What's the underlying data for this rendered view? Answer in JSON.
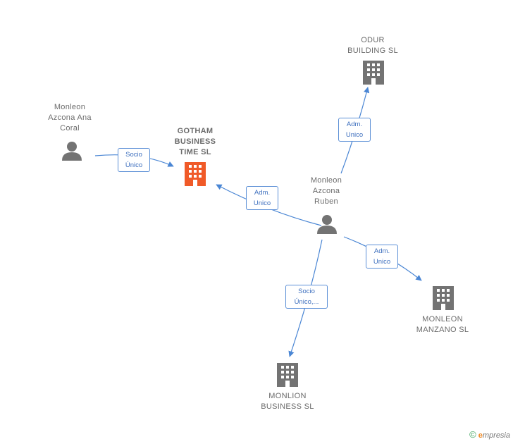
{
  "nodes": {
    "gotham": {
      "lines": [
        "GOTHAM",
        "BUSINESS",
        "TIME  SL"
      ],
      "type": "company",
      "highlight": true
    },
    "odur": {
      "lines": [
        "ODUR",
        "BUILDING SL"
      ],
      "type": "company"
    },
    "monleon_manzano": {
      "lines": [
        "MONLEON",
        "MANZANO  SL"
      ],
      "type": "company"
    },
    "monlion_business": {
      "lines": [
        "MONLION",
        "BUSINESS SL"
      ],
      "type": "company"
    },
    "ana_coral": {
      "lines": [
        "Monleon",
        "Azcona Ana",
        "Coral"
      ],
      "type": "person"
    },
    "ruben": {
      "lines": [
        "Monleon",
        "Azcona",
        "Ruben"
      ],
      "type": "person"
    }
  },
  "edges": {
    "ana_gotham": {
      "lines": [
        "Socio",
        "Único"
      ]
    },
    "ruben_gotham": {
      "lines": [
        "Adm.",
        "Unico"
      ]
    },
    "ruben_odur": {
      "lines": [
        "Adm.",
        "Unico"
      ]
    },
    "ruben_manzano": {
      "lines": [
        "Adm.",
        "Unico"
      ]
    },
    "ruben_monlion": {
      "lines": [
        "Socio",
        "Único,..."
      ]
    }
  },
  "colors": {
    "edge": "#4a86d4",
    "company": "#737373",
    "company_highlight": "#f05a28",
    "person": "#737373"
  },
  "footer": {
    "copyright": "©",
    "brand_initial": "e",
    "brand_rest": "mpresia"
  }
}
